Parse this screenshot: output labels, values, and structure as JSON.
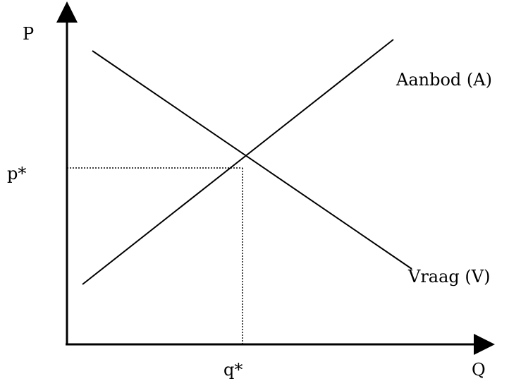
{
  "diagram": {
    "axes": {
      "y_label": "P",
      "x_label": "Q"
    },
    "equilibrium": {
      "price_label": "p*",
      "quantity_label": "q*"
    },
    "curves": {
      "supply_label": "Aanbod (A)",
      "demand_label": "Vraag (V)"
    },
    "colors": {
      "line": "#000000",
      "background": "#ffffff"
    }
  }
}
